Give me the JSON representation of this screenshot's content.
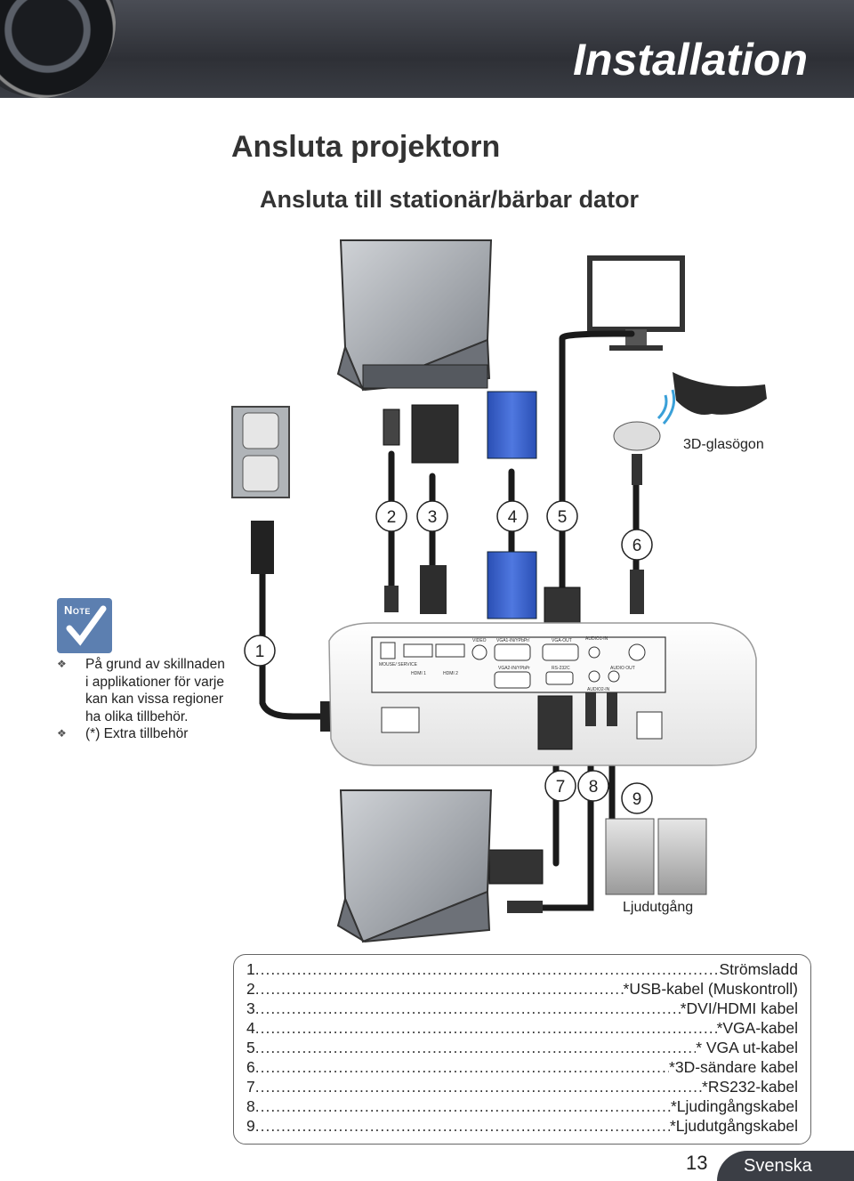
{
  "header": {
    "title": "Installation"
  },
  "page": {
    "title": "Ansluta projektorn",
    "subtitle": "Ansluta till stationär/bärbar dator"
  },
  "diagram": {
    "glasses_label": "3D-glasögon",
    "speakers_label": "Ljudutgång",
    "callouts": [
      "1",
      "2",
      "3",
      "4",
      "5",
      "6",
      "7",
      "8",
      "9"
    ],
    "port_labels": {
      "mouse": "MOUSE/\nSERVICE",
      "hdmi1": "HDMI 1",
      "hdmi2": "HDMI 2",
      "video": "VIDEO",
      "vga1": "VGA1-IN/YPbPr/",
      "vga_out": "VGA-OUT",
      "audio_in1": "AUDIO1-IN",
      "vga2": "VGA2-IN/YPbPr",
      "rs232": "RS-232C",
      "audio_out": "AUDIO OUT",
      "audio_in2": "AUDIO2-IN"
    }
  },
  "note": {
    "label": "Note",
    "items": [
      "På grund av skillnaden i applikationer för varje kan kan vissa regioner ha olika tillbehör.",
      "(*) Extra tillbehör"
    ]
  },
  "legend": [
    {
      "num": "1",
      "label": "Strömsladd"
    },
    {
      "num": "2",
      "label": "*USB-kabel (Muskontroll)"
    },
    {
      "num": "3",
      "label": "*DVI/HDMI kabel"
    },
    {
      "num": "4",
      "label": "*VGA-kabel"
    },
    {
      "num": "5",
      "label": "* VGA ut-kabel"
    },
    {
      "num": "6",
      "label": "*3D-sändare kabel"
    },
    {
      "num": "7",
      "label": "*RS232-kabel"
    },
    {
      "num": "8",
      "label": "*Ljudingångskabel"
    },
    {
      "num": "9",
      "label": "*Ljudutgångskabel"
    }
  ],
  "footer": {
    "page_number": "13",
    "language": "Svenska"
  }
}
